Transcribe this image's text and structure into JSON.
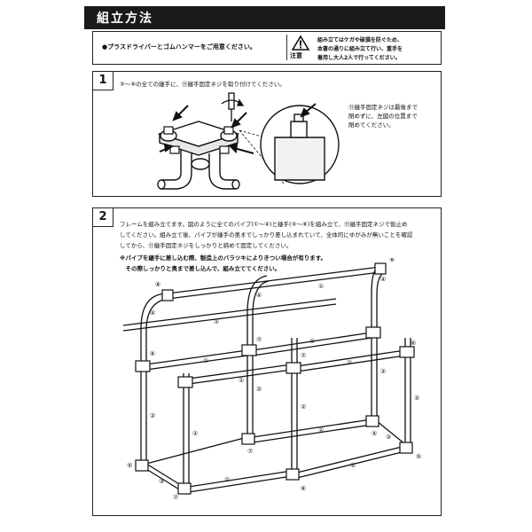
{
  "header": {
    "title": "組立方法"
  },
  "prep": {
    "text": "●プラスドライバーとゴムハンマーをご用意ください。",
    "warning_label": "注意",
    "warning_lines": [
      "組み立てはケガや破損を防ぐため、",
      "本書の通りに組み立て行い、重手を",
      "着用し大人2人で行ってください。"
    ]
  },
  "step1": {
    "number": "1",
    "instruction": "⑤～⑧の全ての継手に、⑪継手固定ネジを取り付けてください。",
    "note_lines": [
      "⑪継手固定ネジは最後まで",
      "閉めずに、左図の位置まで",
      "閉めてください。"
    ]
  },
  "step2": {
    "number": "2",
    "instruction_lines": [
      "フレームを組み立てます。図のように全てのパイプ(①～④)と継手(⑤～⑧)を組み立て、⑪継手固定ネジで仮止め",
      "してください。組み立て後、パイプが継手の奥までしっかり差し込まれていて、全体的にゆがみが無いことを確認",
      "してから、⑪継手固定ネジをしっかりと締めて固定してください。"
    ],
    "caution_lines": [
      "※パイプを継手に差し込む際、製造上のバラツキによりきつい場合が有ります。",
      "　その際しっかりと奥まで差し込んで、組み立ててください。"
    ],
    "part_labels": {
      "p1": "①",
      "p2": "②",
      "p3": "③",
      "p4": "④",
      "p5": "⑤",
      "p6": "⑥",
      "p7": "⑦",
      "p8": "⑧"
    }
  }
}
